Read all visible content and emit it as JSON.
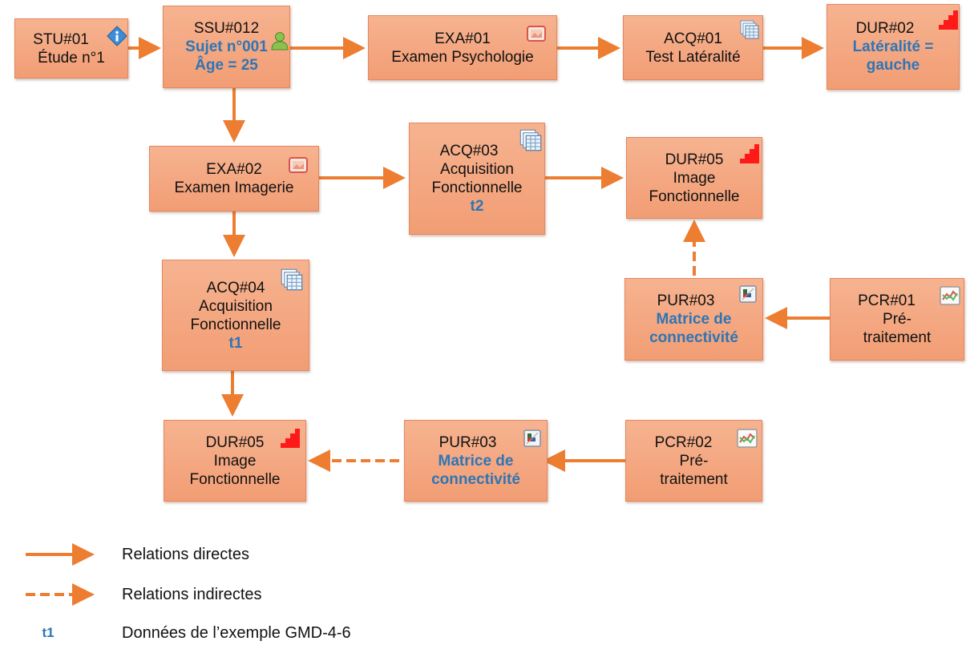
{
  "nodes": {
    "stu01": {
      "id": "STU#01",
      "label": "Étude n°1",
      "icon": "info-icon"
    },
    "ssu012": {
      "id": "SSU#012",
      "subject": "Sujet n°001",
      "age": "Âge = 25",
      "icon": "person-icon"
    },
    "exa01": {
      "id": "EXA#01",
      "label": "Examen Psychologie",
      "icon": "image-icon"
    },
    "acq01": {
      "id": "ACQ#01",
      "label": "Test Latéralité",
      "icon": "stack-icon"
    },
    "dur02": {
      "id": "DUR#02",
      "value_line1": "Latéralité =",
      "value_line2": "gauche",
      "icon": "steps-icon"
    },
    "exa02": {
      "id": "EXA#02",
      "label": "Examen Imagerie",
      "icon": "image-icon"
    },
    "acq03": {
      "id": "ACQ#03",
      "line1": "Acquisition",
      "line2": "Fonctionnelle",
      "tag": "t2",
      "icon": "stack-icon"
    },
    "dur05a": {
      "id": "DUR#05",
      "line1": "Image",
      "line2": "Fonctionnelle",
      "icon": "steps-icon"
    },
    "acq04": {
      "id": "ACQ#04",
      "line1": "Acquisition",
      "line2": "Fonctionnelle",
      "tag": "t1",
      "icon": "stack-icon"
    },
    "pur03a": {
      "id": "PUR#03",
      "line1": "Matrice de",
      "line2": "connectivité",
      "icon": "matrix-icon"
    },
    "pcr01": {
      "id": "PCR#01",
      "line1": "Pré-",
      "line2": "traitement",
      "icon": "chart-icon"
    },
    "dur05b": {
      "id": "DUR#05",
      "line1": "Image",
      "line2": "Fonctionnelle",
      "icon": "steps-icon"
    },
    "pur03b": {
      "id": "PUR#03",
      "line1": "Matrice de",
      "line2": "connectivité",
      "icon": "matrix-icon"
    },
    "pcr02": {
      "id": "PCR#02",
      "line1": "Pré-",
      "line2": "traitement",
      "icon": "chart-icon"
    }
  },
  "legend": {
    "direct": "Relations directes",
    "indirect": "Relations indirectes",
    "tag_sample": "t1",
    "tag_meaning": "Données de l’exemple GMD-4-6"
  },
  "colors": {
    "node_fill": "#f4a57e",
    "node_border": "#e4875e",
    "arrow": "#ed7d31",
    "highlight_text": "#2e75b6"
  }
}
